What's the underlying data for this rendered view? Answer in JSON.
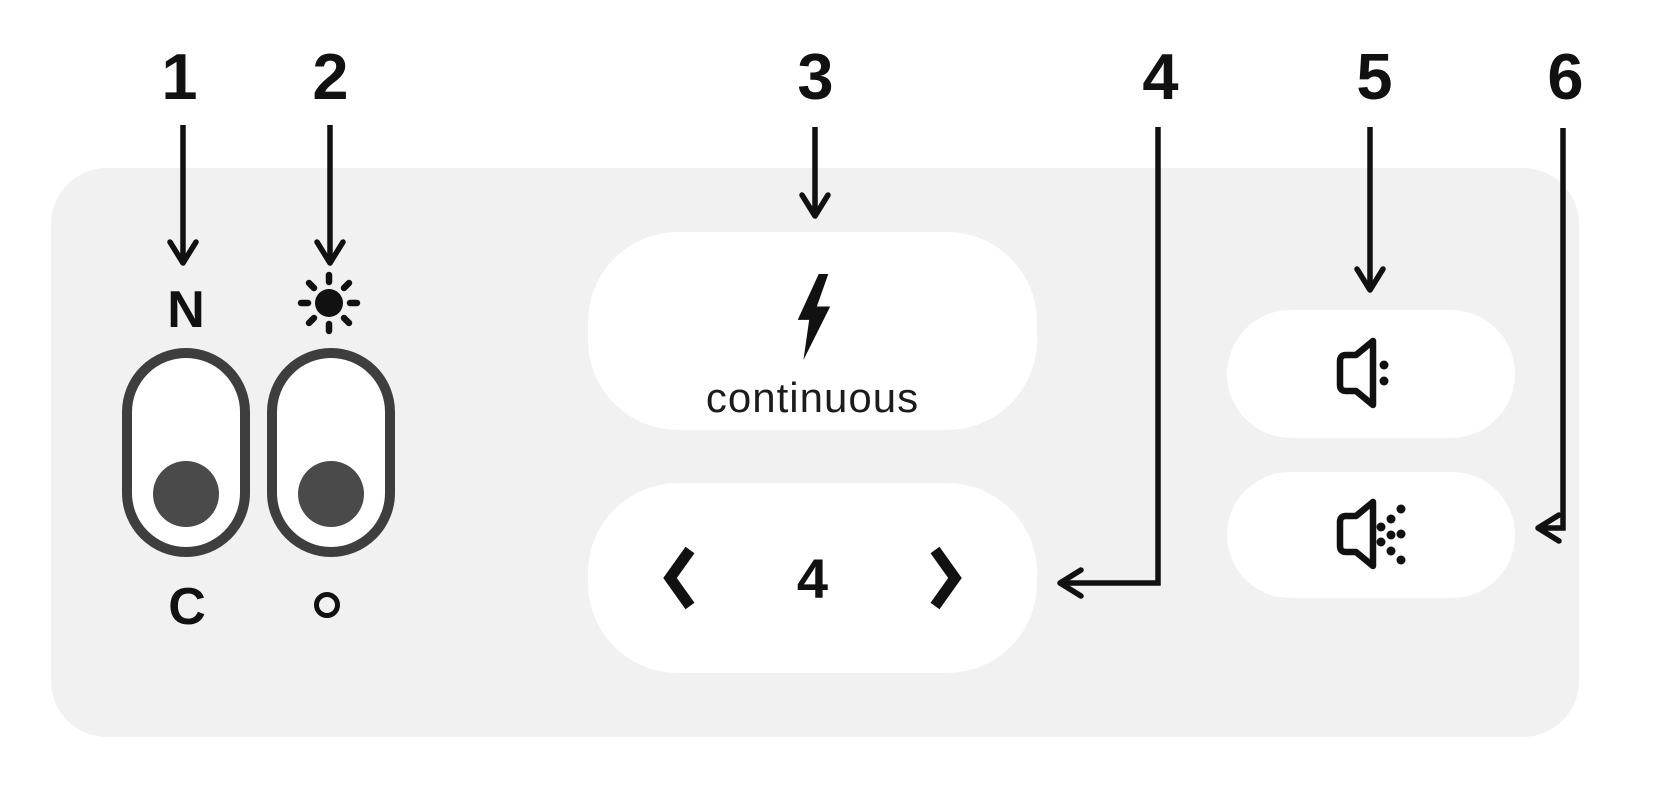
{
  "colors": {
    "page_bg": "#ffffff",
    "card_bg": "#f1f1f1",
    "pill_bg": "#ffffff",
    "ink": "#111111",
    "toggle_outline": "#3e3e3e",
    "knob": "#4a4a4a"
  },
  "callouts": [
    {
      "label": "1"
    },
    {
      "label": "2"
    },
    {
      "label": "3"
    },
    {
      "label": "4"
    },
    {
      "label": "5"
    },
    {
      "label": "6"
    }
  ],
  "flash_panel": {
    "toggle_nc": {
      "top_label": "N",
      "bottom_label": "C",
      "state": "bottom"
    },
    "toggle_lamp": {
      "top_icon": "sun-icon",
      "bottom_icon": "circle-outline-icon",
      "state": "bottom"
    },
    "mode_button": {
      "icon": "lightning-bolt-icon",
      "label": "continuous"
    },
    "intensity_stepper": {
      "decrement_icon": "chevron-left-icon",
      "value": "4",
      "increment_icon": "chevron-right-icon"
    },
    "sound_button_low": {
      "icon": "speaker-two-dots-icon"
    },
    "sound_button_spray": {
      "icon": "speaker-many-dots-icon"
    }
  }
}
